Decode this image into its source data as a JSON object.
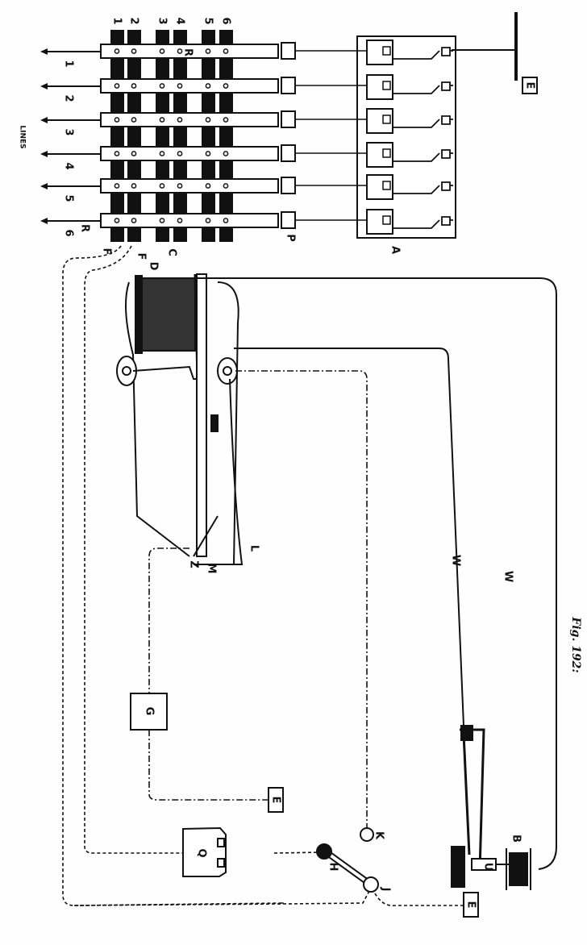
{
  "figure": {
    "caption": "Fig. 192:",
    "lines_heading": "LINES",
    "line_numbers": [
      "1",
      "2",
      "3",
      "4",
      "5",
      "6"
    ],
    "bar_numbers": [
      "1",
      "2",
      "3",
      "4",
      "5",
      "6"
    ],
    "labels": {
      "R_top": "R",
      "R_bottom": "R",
      "F1": "F",
      "F2": "F",
      "C": "C",
      "P": "P",
      "A": "A",
      "E_top": "E",
      "D": "D",
      "Z": "Z",
      "M": "M",
      "W1": "W",
      "W2": "W",
      "L": "L",
      "G": "G",
      "E_mid": "E",
      "Q": "Q",
      "H": "H",
      "J": "J",
      "K": "K",
      "U": "U",
      "B": "B",
      "E_bottom": "E"
    }
  }
}
